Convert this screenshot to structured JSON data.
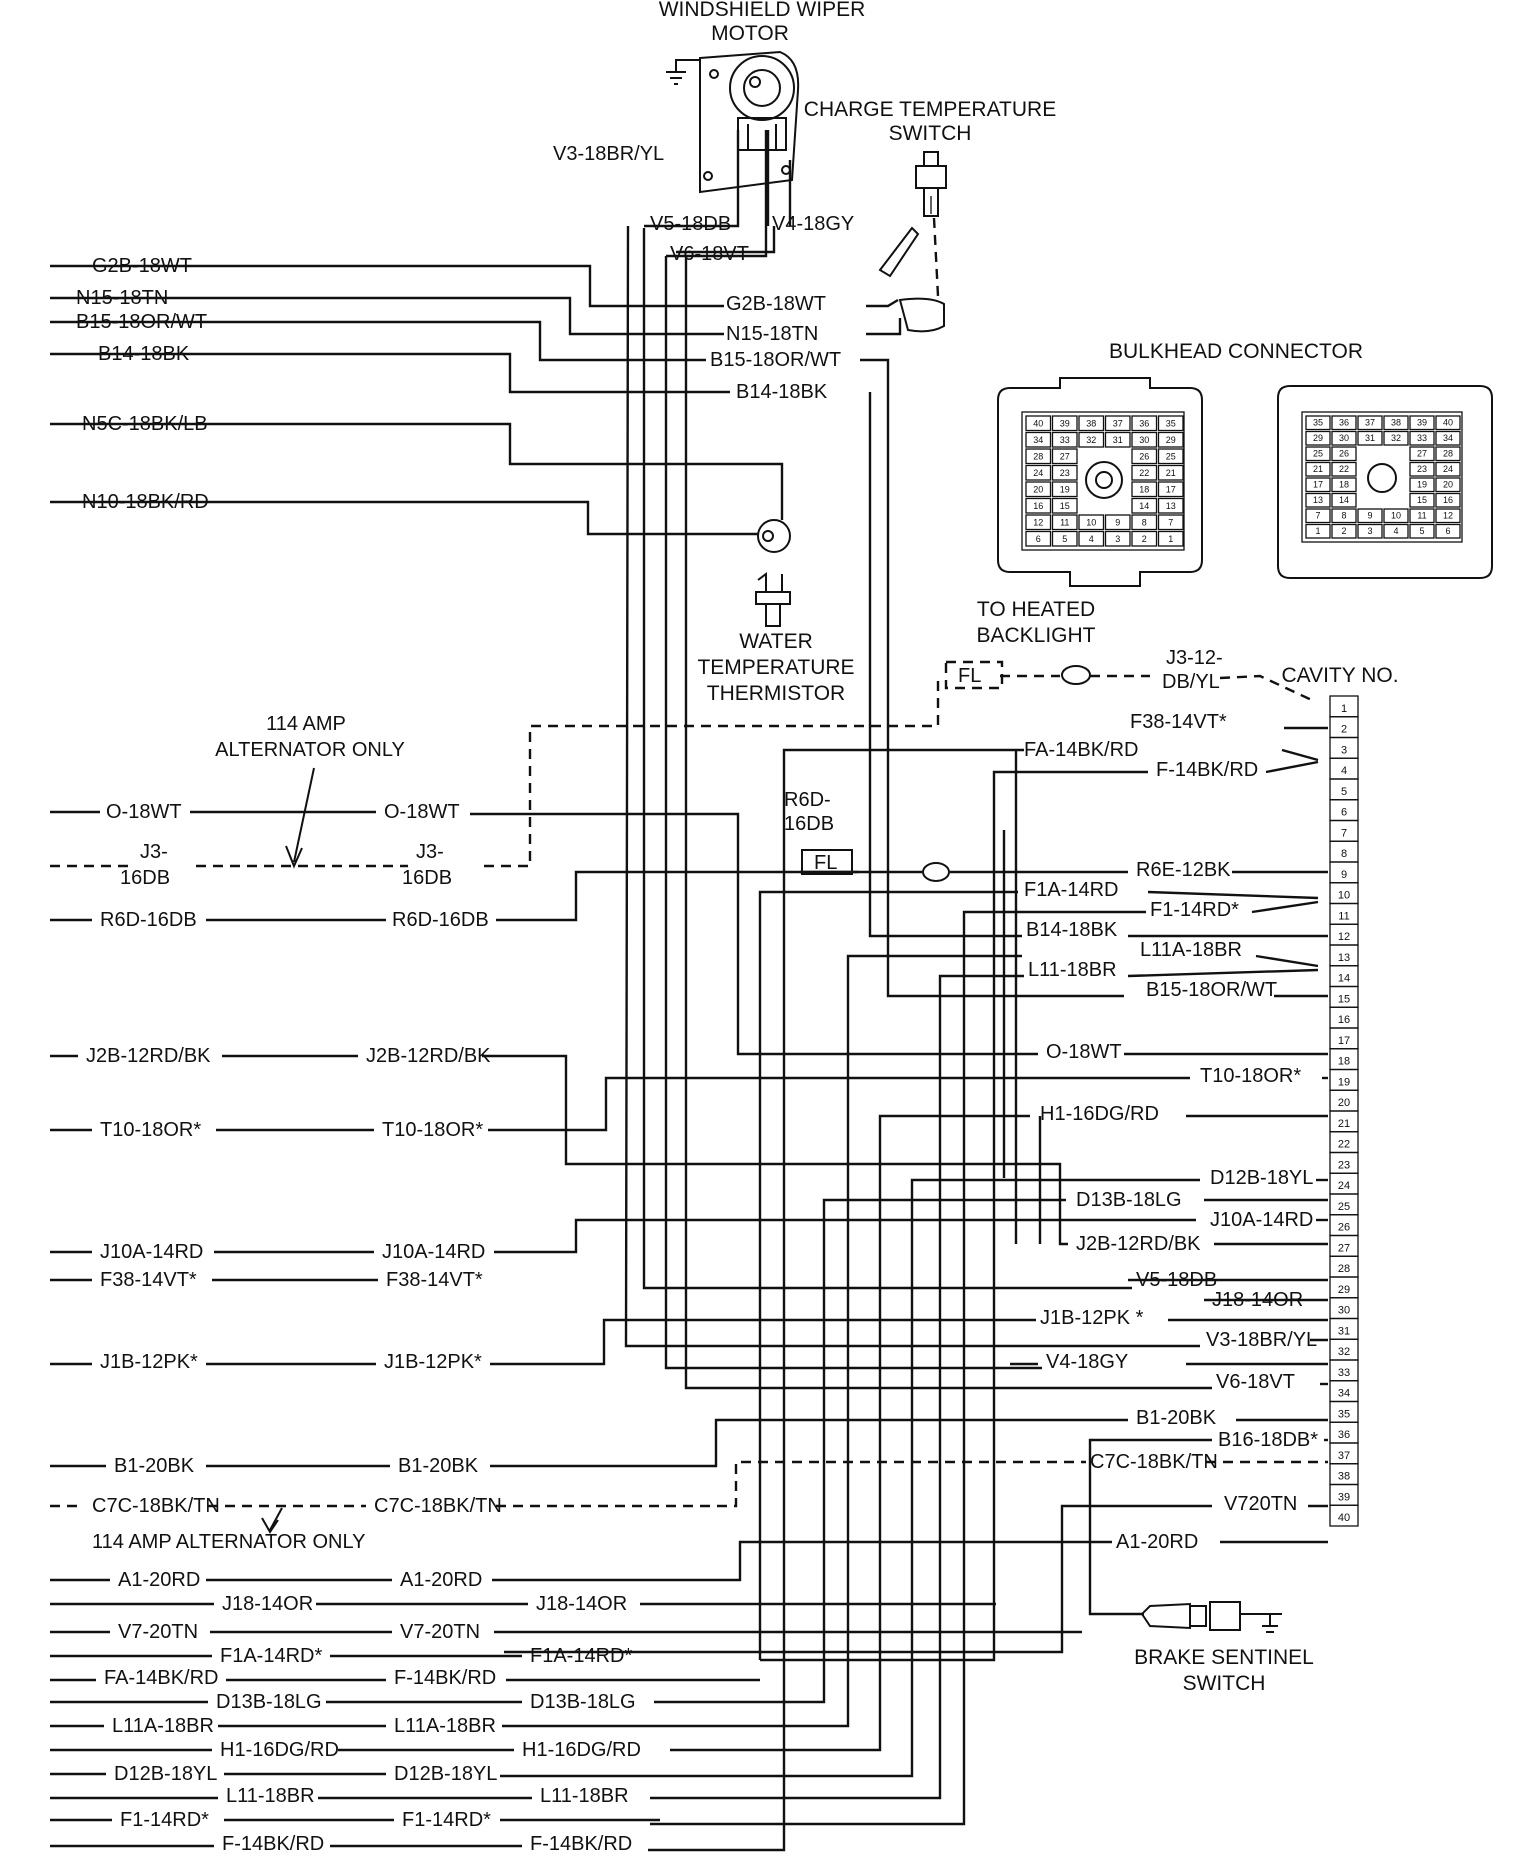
{
  "headings": {
    "wiper_motor": [
      "WINDSHIELD WIPER",
      "MOTOR"
    ],
    "charge_temp_switch": [
      "CHARGE TEMPERATURE",
      "SWITCH"
    ],
    "bulkhead_connector": "BULKHEAD CONNECTOR",
    "water_temp_thermistor": [
      "WATER",
      "TEMPERATURE",
      "THERMISTOR"
    ],
    "to_heated_backlight": [
      "TO HEATED",
      "BACKLIGHT"
    ],
    "cavity_no": "CAVITY NO.",
    "alt_114_top": [
      "114 AMP",
      "ALTERNATOR ONLY"
    ],
    "alt_114_bottom": "114 AMP ALTERNATOR ONLY",
    "brake_sentinel": [
      "BRAKE SENTINEL",
      "SWITCH"
    ],
    "fusible_link": "FL",
    "r6d_fl": [
      "R6D-",
      "16DB"
    ],
    "j3_12": [
      "J3-12-",
      "DB/YL"
    ]
  },
  "wiper_wires": [
    "V3-18BR/YL",
    "V5-18DB",
    "V4-18GY",
    "V6-18VT"
  ],
  "left_upper_wires": [
    {
      "left": "G2B-18WT",
      "right": "G2B-18WT"
    },
    {
      "left": "N15-18TN",
      "right": "N15-18TN"
    },
    {
      "left": "B15-18OR/WT",
      "right": "B15-18OR/WT"
    },
    {
      "left": "B14-18BK",
      "right": "B14-18BK"
    },
    {
      "left": "N5C-18BK/LB"
    },
    {
      "left": "N10-18BK/RD"
    }
  ],
  "mid_wires": [
    {
      "left": "O-18WT",
      "right": "O-18WT"
    },
    {
      "left": "J3-",
      "right": "J3-"
    },
    {
      "left": "16DB",
      "right": "16DB"
    },
    {
      "left": "R6D-16DB",
      "right": "R6D-16DB"
    },
    {
      "left": "J2B-12RD/BK",
      "right": "J2B-12RD/BK"
    },
    {
      "left": "T10-18OR*",
      "right": "T10-18OR*"
    },
    {
      "left": "J10A-14RD",
      "right": "J10A-14RD"
    },
    {
      "left": "F38-14VT*",
      "right": "F38-14VT*"
    },
    {
      "left": "J1B-12PK*",
      "right": "J1B-12PK*"
    },
    {
      "left": "B1-20BK",
      "right": "B1-20BK"
    },
    {
      "left": "C7C-18BK/TN",
      "right": "C7C-18BK/TN"
    }
  ],
  "bottom_wires": [
    {
      "left": "A1-20RD",
      "right": "A1-20RD"
    },
    {
      "left": "J18-14OR",
      "right": "J18-14OR"
    },
    {
      "left": "V7-20TN",
      "right": "V7-20TN"
    },
    {
      "left": "F1A-14RD*",
      "right": "F1A-14RD*"
    },
    {
      "left": "FA-14BK/RD",
      "right": "F-14BK/RD"
    },
    {
      "left": "D13B-18LG",
      "right": "D13B-18LG"
    },
    {
      "left": "L11A-18BR",
      "right": "L11A-18BR"
    },
    {
      "left": "H1-16DG/RD",
      "right": "H1-16DG/RD"
    },
    {
      "left": "D12B-18YL",
      "right": "D12B-18YL"
    },
    {
      "left": "L11-18BR",
      "right": "L11-18BR"
    },
    {
      "left": "F1-14RD*",
      "right": "F1-14RD*"
    },
    {
      "left": "F-14BK/RD",
      "right": "F-14BK/RD"
    }
  ],
  "cavity_labels": [
    "F38-14VT*",
    "FA-14BK/RD",
    "F-14BK/RD",
    "R6E-12BK",
    "F1A-14RD",
    "F1-14RD*",
    "B14-18BK",
    "L11A-18BR",
    "L11-18BR",
    "B15-18OR/WT",
    "O-18WT",
    "T10-18OR*",
    "H1-16DG/RD",
    "D12B-18YL",
    "D13B-18LG",
    "J10A-14RD",
    "J2B-12RD/BK",
    "V5-18DB",
    "J18-14OR",
    "J1B-12PK *",
    "V3-18BR/YL",
    "V4-18GY",
    "V6-18VT",
    "B1-20BK",
    "B16-18DB*",
    "C7C-18BK/TN",
    "V720TN",
    "A1-20RD"
  ],
  "cavity_numbers": [
    "1",
    "2",
    "3",
    "4",
    "5",
    "6",
    "7",
    "8",
    "9",
    "10",
    "11",
    "12",
    "13",
    "14",
    "15",
    "16",
    "17",
    "18",
    "19",
    "20",
    "21",
    "22",
    "23",
    "24",
    "25",
    "26",
    "27",
    "28",
    "29",
    "30",
    "31",
    "32",
    "33",
    "34",
    "35",
    "36",
    "37",
    "38",
    "39",
    "40"
  ],
  "connector_left_grid": [
    [
      "40",
      "39",
      "38",
      "37",
      "36",
      "35"
    ],
    [
      "34",
      "33",
      "32",
      "31",
      "30",
      "29"
    ],
    [
      "28",
      "27",
      "",
      "",
      "26",
      "25"
    ],
    [
      "24",
      "23",
      "",
      "",
      "22",
      "21"
    ],
    [
      "20",
      "19",
      "",
      "",
      "18",
      "17"
    ],
    [
      "16",
      "15",
      "",
      "",
      "14",
      "13"
    ],
    [
      "12",
      "11",
      "10",
      "9",
      "8",
      "7"
    ],
    [
      "6",
      "5",
      "4",
      "3",
      "2",
      "1"
    ]
  ],
  "connector_right_grid": [
    [
      "35",
      "36",
      "37",
      "38",
      "39",
      "40"
    ],
    [
      "29",
      "30",
      "31",
      "32",
      "33",
      "34"
    ],
    [
      "25",
      "26",
      "",
      "",
      "27",
      "28"
    ],
    [
      "21",
      "22",
      "",
      "",
      "23",
      "24"
    ],
    [
      "17",
      "18",
      "",
      "",
      "19",
      "20"
    ],
    [
      "13",
      "14",
      "",
      "",
      "15",
      "16"
    ],
    [
      "7",
      "8",
      "9",
      "10",
      "11",
      "12"
    ],
    [
      "1",
      "2",
      "3",
      "4",
      "5",
      "6"
    ]
  ]
}
